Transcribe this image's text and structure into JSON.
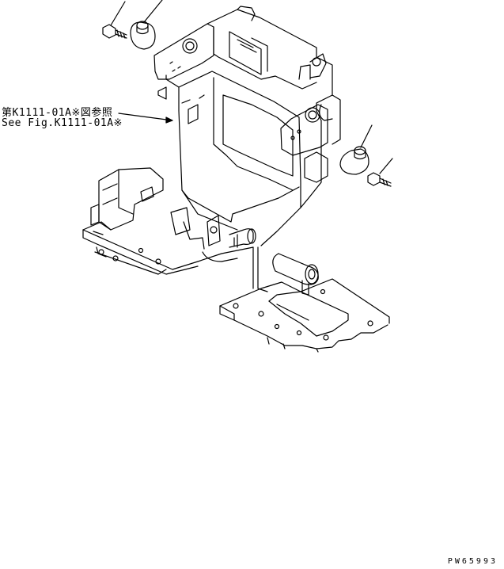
{
  "reference": {
    "jp_label": "第K1111-01A※図参照",
    "en_label": "See Fig.K1111-01A※"
  },
  "drawing_number": "PW65993"
}
